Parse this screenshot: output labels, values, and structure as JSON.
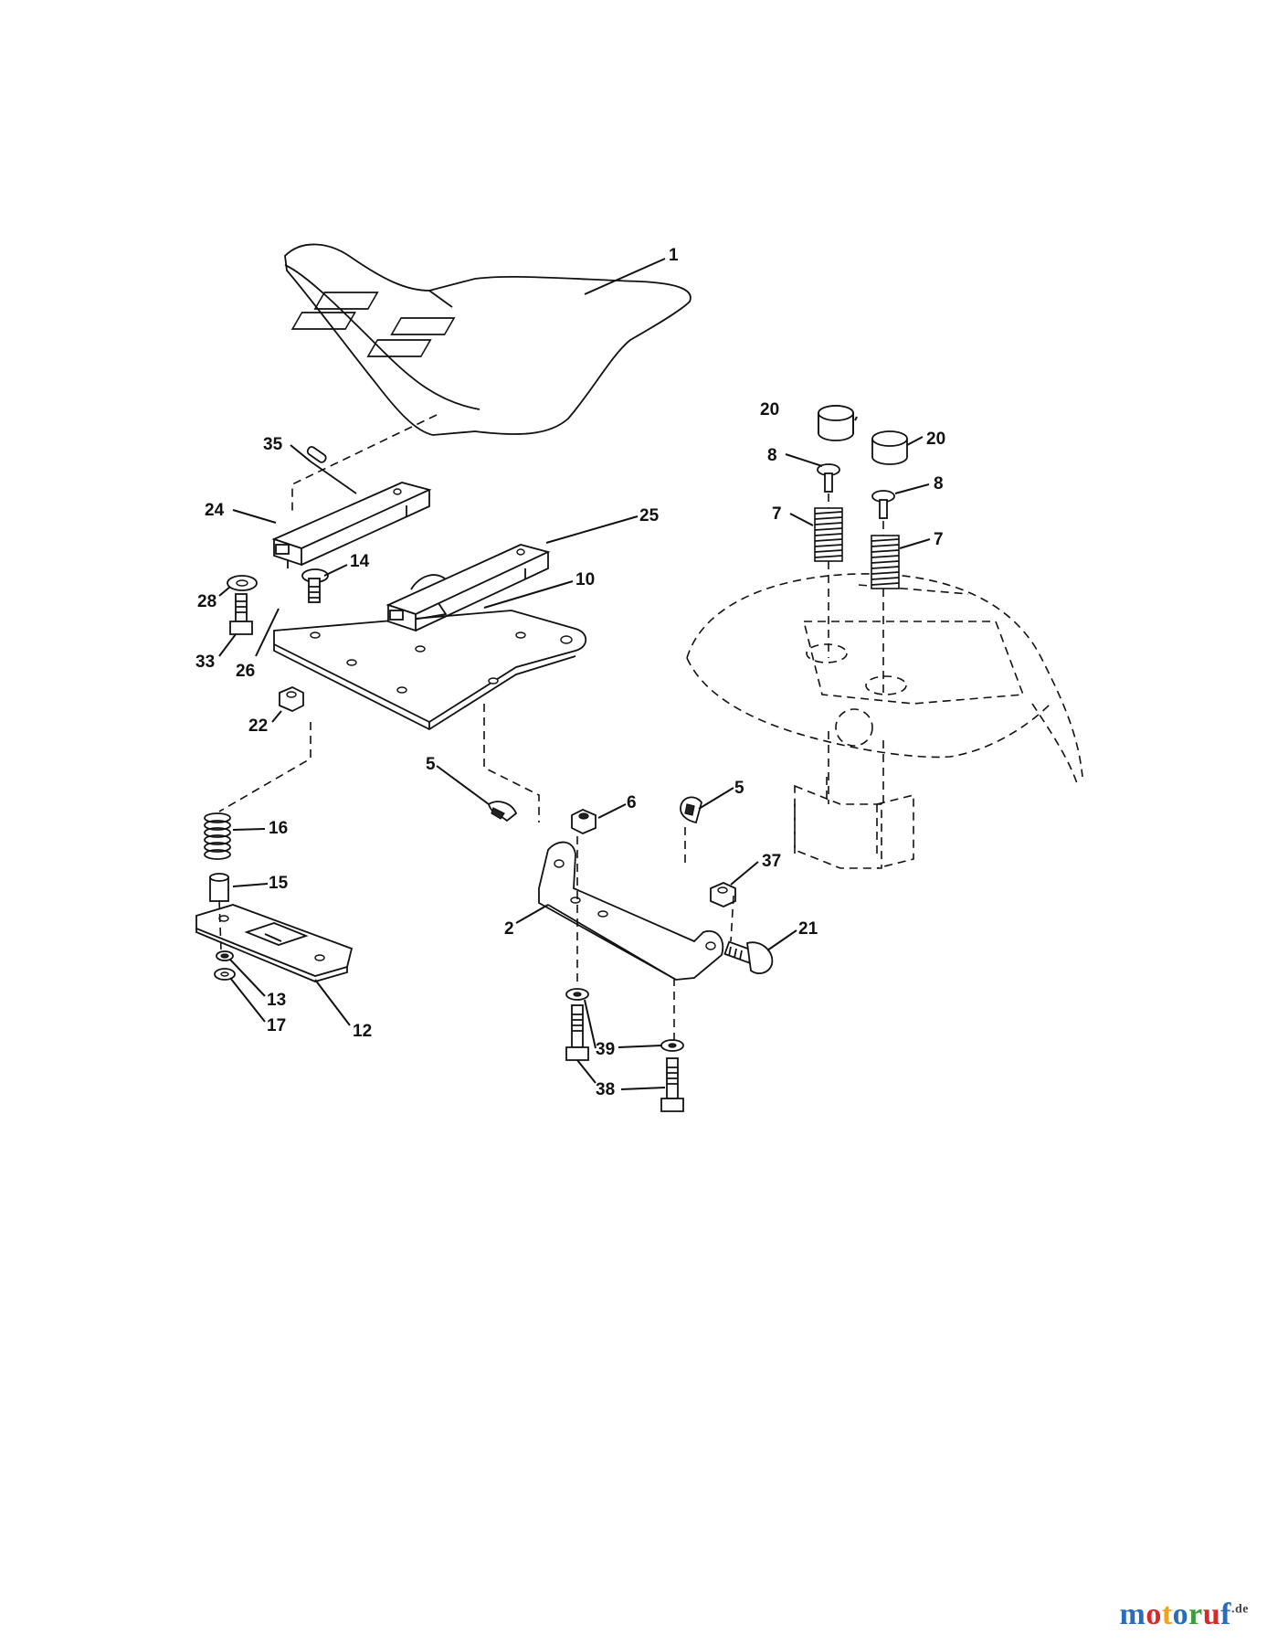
{
  "diagram": {
    "labels": [
      {
        "id": "lbl-1",
        "text": "1"
      },
      {
        "id": "lbl-20a",
        "text": "20"
      },
      {
        "id": "lbl-20b",
        "text": "20"
      },
      {
        "id": "lbl-35",
        "text": "35"
      },
      {
        "id": "lbl-8a",
        "text": "8"
      },
      {
        "id": "lbl-8b",
        "text": "8"
      },
      {
        "id": "lbl-24",
        "text": "24"
      },
      {
        "id": "lbl-25",
        "text": "25"
      },
      {
        "id": "lbl-7a",
        "text": "7"
      },
      {
        "id": "lbl-7b",
        "text": "7"
      },
      {
        "id": "lbl-14",
        "text": "14"
      },
      {
        "id": "lbl-10",
        "text": "10"
      },
      {
        "id": "lbl-28",
        "text": "28"
      },
      {
        "id": "lbl-33",
        "text": "33"
      },
      {
        "id": "lbl-26",
        "text": "26"
      },
      {
        "id": "lbl-22",
        "text": "22"
      },
      {
        "id": "lbl-5a",
        "text": "5"
      },
      {
        "id": "lbl-5b",
        "text": "5"
      },
      {
        "id": "lbl-6",
        "text": "6"
      },
      {
        "id": "lbl-16",
        "text": "16"
      },
      {
        "id": "lbl-37",
        "text": "37"
      },
      {
        "id": "lbl-15",
        "text": "15"
      },
      {
        "id": "lbl-21",
        "text": "21"
      },
      {
        "id": "lbl-2",
        "text": "2"
      },
      {
        "id": "lbl-13",
        "text": "13"
      },
      {
        "id": "lbl-17",
        "text": "17"
      },
      {
        "id": "lbl-12",
        "text": "12"
      },
      {
        "id": "lbl-39",
        "text": "39"
      },
      {
        "id": "lbl-38",
        "text": "38"
      }
    ]
  },
  "watermark": {
    "letters": [
      {
        "ch": "m",
        "color": "#2a6ebb"
      },
      {
        "ch": "o",
        "color": "#d62b2b"
      },
      {
        "ch": "t",
        "color": "#f2a31b"
      },
      {
        "ch": "o",
        "color": "#2a6ebb"
      },
      {
        "ch": "r",
        "color": "#3b9e3b"
      },
      {
        "ch": "u",
        "color": "#d62b2b"
      },
      {
        "ch": "f",
        "color": "#2a6ebb"
      }
    ],
    "tld": ".de"
  }
}
